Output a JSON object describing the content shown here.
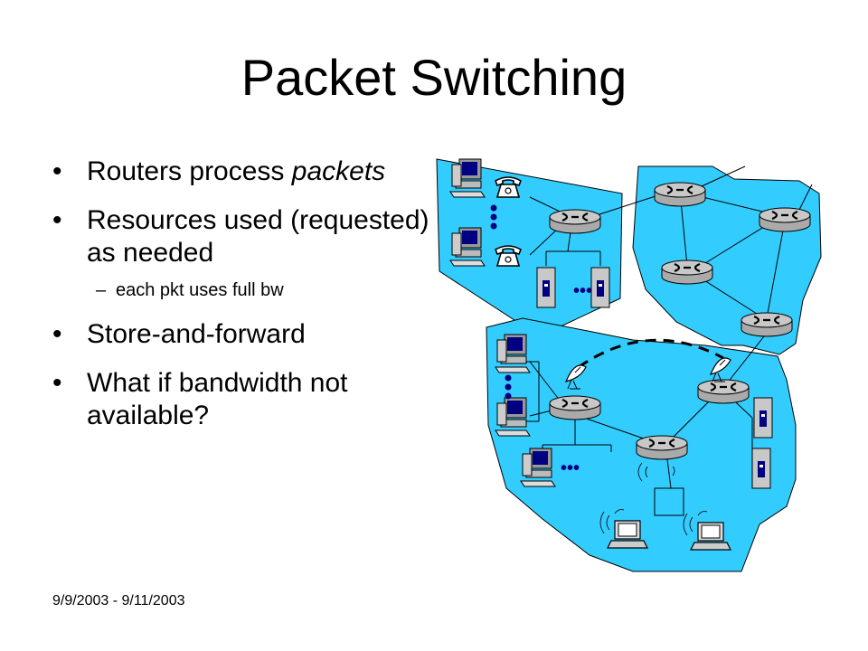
{
  "slide": {
    "title": "Packet Switching",
    "bullets": [
      {
        "text": "Routers process ",
        "emphasis": "packets"
      },
      {
        "text": "Resources used (requested) as needed"
      },
      {
        "sub": "each pkt uses full bw"
      },
      {
        "text": "Store-and-forward"
      },
      {
        "text": "What if bandwidth not available?"
      }
    ],
    "footer": "9/9/2003 - 9/11/2003"
  },
  "diagram": {
    "cloud_color": "#33ccff",
    "ellipsis": "•••",
    "icons": [
      "pc-icon",
      "telephone-icon",
      "router-icon",
      "server-icon",
      "satellite-dish-icon",
      "laptop-icon",
      "wireless-base-station-icon"
    ]
  }
}
